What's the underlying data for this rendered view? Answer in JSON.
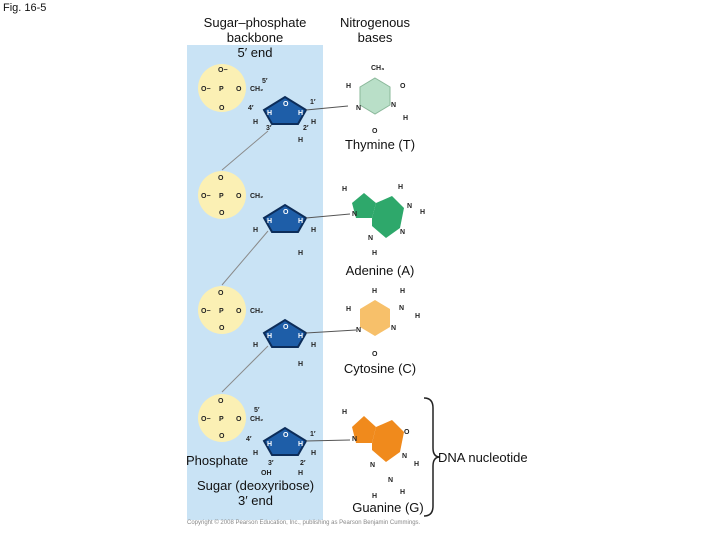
{
  "figure_label": "Fig. 16-5",
  "headers": {
    "backbone": [
      "Sugar–phosphate",
      "backbone",
      "5′ end"
    ],
    "bases": [
      "Nitrogenous",
      "bases"
    ]
  },
  "bases": [
    {
      "name": "Thymine (T)",
      "color": "#b9dfc8"
    },
    {
      "name": "Adenine (A)",
      "color": "#2ea86b"
    },
    {
      "name": "Cytosine (C)",
      "color": "#f7c06a"
    },
    {
      "name": "Guanine (G)",
      "color": "#f08a1c"
    }
  ],
  "labels": {
    "phosphate": "Phosphate",
    "sugar": "Sugar (deoxyribose)",
    "three_prime_end": "3′ end",
    "dna_nucleotide": "DNA nucleotide"
  },
  "copyright": "Copyright © 2008 Pearson Education, Inc., publishing as Pearson Benjamin Cummings.",
  "colors": {
    "backbone_bg": "#c9e3f5",
    "phosphate_fill": "#fbf0b4",
    "sugar_fill": "#1e5ea8",
    "sugar_edge": "#0c2d5a"
  },
  "chem": {
    "phosphate": {
      "o": "O",
      "p": "P",
      "o_minus": "O−",
      "ch2": "CH₂"
    },
    "sugar": {
      "h": "H",
      "o": "O",
      "oh": "OH",
      "c1": "1′",
      "c2": "2′",
      "c3": "3′",
      "c4": "4′",
      "c5": "5′"
    },
    "atoms": {
      "n": "N",
      "h": "H",
      "o": "O",
      "ch3": "CH₃"
    }
  }
}
